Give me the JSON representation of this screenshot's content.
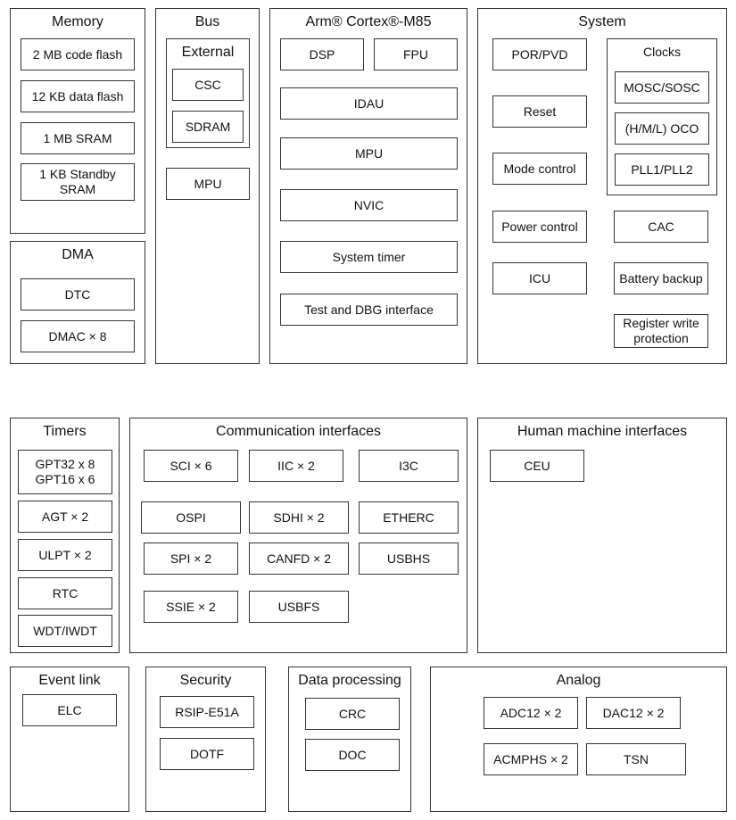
{
  "memory": {
    "title": "Memory",
    "items": [
      "2 MB code flash",
      "12 KB data flash",
      "1 MB SRAM",
      "1 KB Standby\nSRAM"
    ]
  },
  "dma": {
    "title": "DMA",
    "items": [
      "DTC",
      "DMAC × 8"
    ]
  },
  "bus": {
    "title": "Bus",
    "external": {
      "title": "External",
      "items": [
        "CSC",
        "SDRAM"
      ]
    },
    "mpu": "MPU"
  },
  "cpu": {
    "title": "Arm® Cortex®-M85",
    "dsp": "DSP",
    "fpu": "FPU",
    "items": [
      "IDAU",
      "MPU",
      "NVIC",
      "System timer",
      "Test and DBG interface"
    ]
  },
  "system": {
    "title": "System",
    "items": [
      "POR/PVD",
      "Reset",
      "Mode control",
      "Power control",
      "ICU"
    ],
    "clocks": {
      "title": "Clocks",
      "items": [
        "MOSC/SOSC",
        "(H/M/L) OCO",
        "PLL1/PLL2"
      ]
    },
    "cac": "CAC",
    "battery": "Battery backup",
    "regwrite": "Register write\nprotection"
  },
  "timers": {
    "title": "Timers",
    "items": [
      "GPT32 x 8\nGPT16 x 6",
      "AGT × 2",
      "ULPT × 2",
      "RTC",
      "WDT/IWDT"
    ]
  },
  "comm": {
    "title": "Communication interfaces",
    "items": [
      "SCI × 6",
      "IIC × 2",
      "I3C",
      "OSPI",
      "SDHI × 2",
      "ETHERC",
      "SPI × 2",
      "CANFD × 2",
      "USBHS",
      "SSIE × 2",
      "USBFS"
    ]
  },
  "hmi": {
    "title": "Human machine interfaces",
    "items": [
      "CEU"
    ]
  },
  "eventlink": {
    "title": "Event link",
    "items": [
      "ELC"
    ]
  },
  "security": {
    "title": "Security",
    "items": [
      "RSIP-E51A",
      "DOTF"
    ]
  },
  "dataproc": {
    "title": "Data processing",
    "items": [
      "CRC",
      "DOC"
    ]
  },
  "analog": {
    "title": "Analog",
    "items": [
      "ADC12 × 2",
      "DAC12 × 2",
      "ACMPHS × 2",
      "TSN"
    ]
  }
}
